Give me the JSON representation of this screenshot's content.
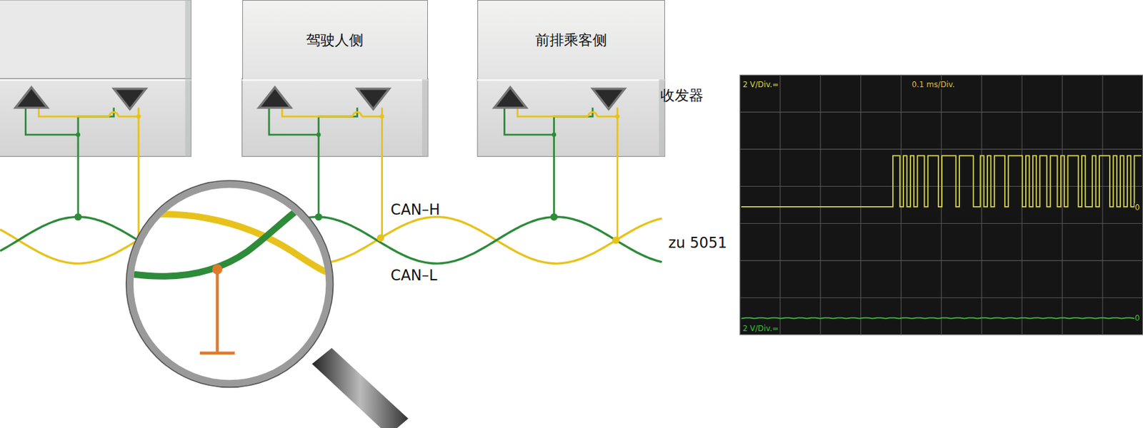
{
  "diagram": {
    "nodes": [
      {
        "text": [
          "驾驶人侧"
        ]
      },
      {
        "text": [
          "前排乘客侧"
        ]
      }
    ],
    "labels": [
      "收发器",
      "CAN–H",
      "CAN–L",
      "zu 5051",
      "2 V/Div.=",
      "0.1 ms/Div.",
      "2 V/Div.=",
      "0",
      "0"
    ]
  }
}
